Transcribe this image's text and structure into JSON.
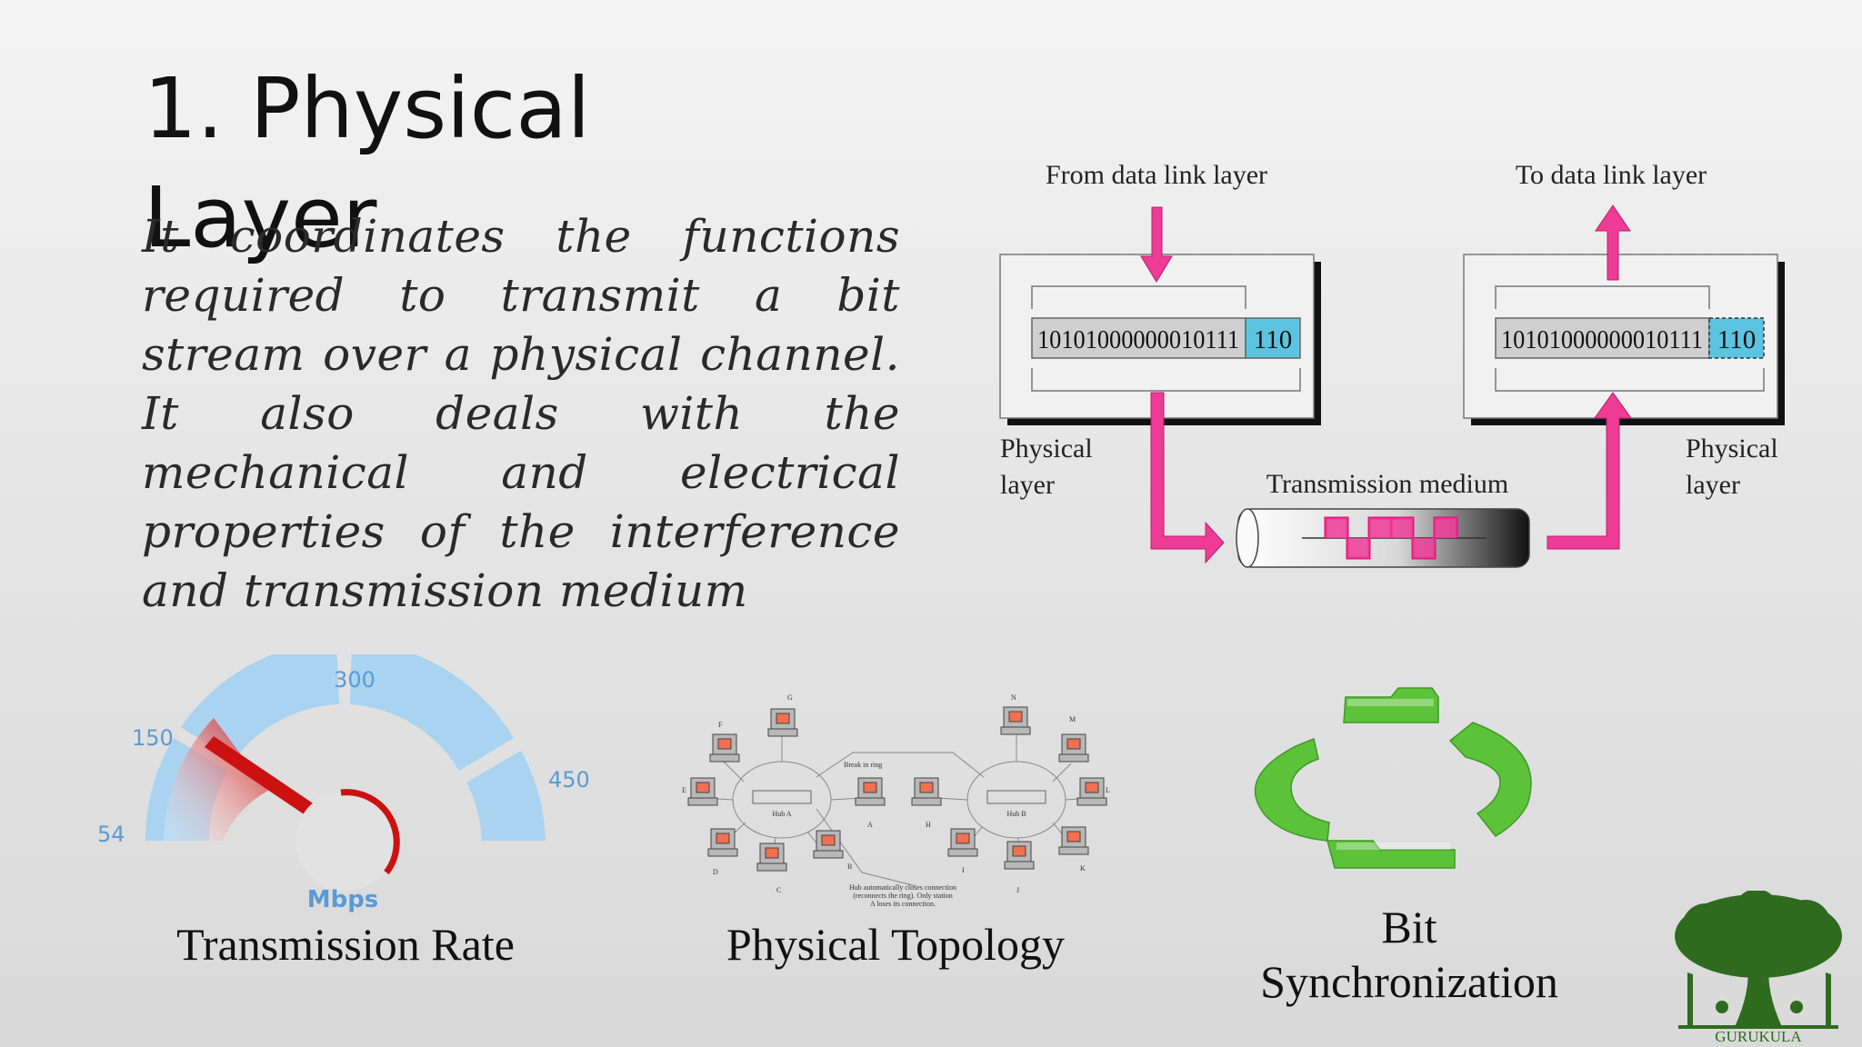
{
  "slide": {
    "title": "1. Physical Layer",
    "body": "It coordinates the functions required to transmit a bit stream over a physical channel. It also deals with the mechanical and electrical properties of the interference and transmission medium"
  },
  "diagram": {
    "from_label": "From data link layer",
    "to_label": "To data link layer",
    "bits_left": "10101000000010111",
    "bits_right": "10101000000010111",
    "trailer_left": "110",
    "trailer_right": "110",
    "physical_left_1": "Physical",
    "physical_left_2": "layer",
    "physical_right_1": "Physical",
    "physical_right_2": "layer",
    "medium_label": "Transmission medium",
    "colors": {
      "arrow": "#ee3b96",
      "trailer": "#5cc3e0",
      "bits_bg": "#cfcfcf"
    }
  },
  "gauge": {
    "ticks": [
      "54",
      "150",
      "300",
      "450"
    ],
    "unit": "Mbps",
    "colors": {
      "arc": "#a9d3f0",
      "needle": "#cc1111",
      "text": "#5b9bd5"
    }
  },
  "topology": {
    "hub_a": "Hub A",
    "hub_b": "Hub B",
    "break_label": "Break in ring",
    "note_1": "Hub automatically closes connection",
    "note_2": "(reconnects the ring). Only station",
    "note_3": "A loses its connection.",
    "nodes": [
      "G",
      "F",
      "E",
      "D",
      "C",
      "B",
      "A",
      "H",
      "I",
      "J",
      "K",
      "L",
      "M",
      "N"
    ]
  },
  "captions": {
    "rate": "Transmission Rate",
    "topology": "Physical Topology",
    "sync_1": "Bit",
    "sync_2": "Synchronization"
  },
  "logo": {
    "name": "GURUKULA",
    "color": "#2e6b1f"
  }
}
